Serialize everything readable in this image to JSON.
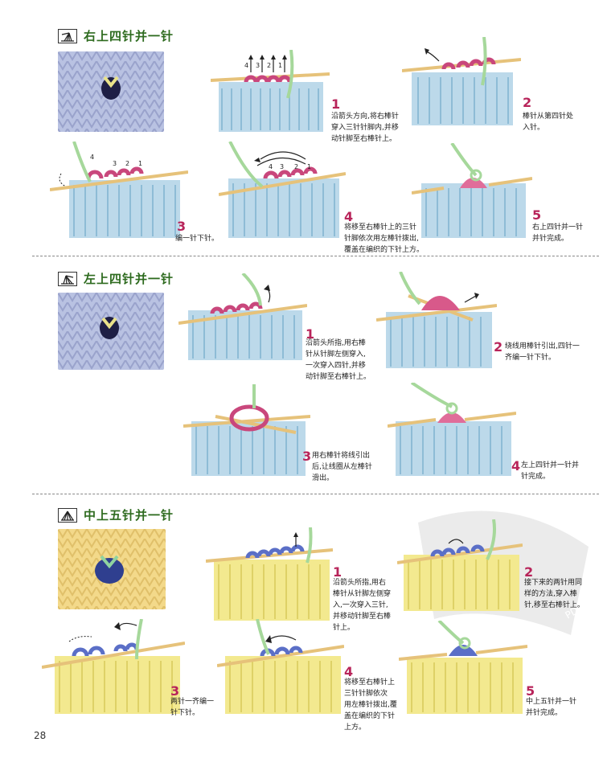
{
  "page_number": "28",
  "colors": {
    "title": "#2e6b1f",
    "step_number": "#b8245a",
    "knit_blue": "#bcd9ea",
    "knit_yellow": "#f3e98f",
    "stitch_pink": "#e06d9a",
    "stitch_blue": "#5b6fc7",
    "needle": "#f0d49a"
  },
  "sections": [
    {
      "title": "右上四针并一针",
      "symbol_icon": "right-over-four-together-symbol",
      "steps": [
        {
          "number": "1",
          "text_lines": [
            "沿箭头方向,将右棒针",
            "穿入三针针脚内,并移",
            "动针脚至右棒针上。"
          ],
          "labels": [
            "4",
            "3",
            "2",
            "1"
          ]
        },
        {
          "number": "2",
          "text_lines": [
            "棒针从第四针处",
            "入针。"
          ]
        },
        {
          "number": "3",
          "text_lines": [
            "编一针下针。"
          ],
          "labels": [
            "4",
            "3",
            "2",
            "1"
          ]
        },
        {
          "number": "4",
          "text_lines": [
            "将移至右棒针上的三针",
            "针脚依次用左棒针拨出,",
            "覆盖在编织的下针上方。"
          ],
          "labels": [
            "4",
            "3",
            "2",
            "1"
          ]
        },
        {
          "number": "5",
          "text_lines": [
            "右上四针并一针",
            "并针完成。"
          ]
        }
      ]
    },
    {
      "title": "左上四针并一针",
      "symbol_icon": "left-over-four-together-symbol",
      "steps": [
        {
          "number": "1",
          "text_lines": [
            "沿箭头所指,用右棒",
            "针从针脚左侧穿入,",
            "一次穿入四针,并移",
            "动针脚至右棒针上。"
          ]
        },
        {
          "number": "2",
          "text_lines": [
            "绕线用棒针引出,四针一",
            "齐编一针下针。"
          ]
        },
        {
          "number": "3",
          "text_lines": [
            "用右棒针将线引出",
            "后,让线圈从左棒针",
            "滑出。"
          ]
        },
        {
          "number": "4",
          "text_lines": [
            "左上四针并一针并",
            "针完成。"
          ]
        }
      ]
    },
    {
      "title": "中上五针并一针",
      "symbol_icon": "center-five-together-symbol",
      "steps": [
        {
          "number": "1",
          "text_lines": [
            "沿箭头所指,用右",
            "棒针从针脚左侧穿",
            "入,一次穿入三针,",
            "并移动针脚至右棒",
            "针上。"
          ]
        },
        {
          "number": "2",
          "text_lines": [
            "接下来的两针用同",
            "样的方法,穿入棒",
            "针,移至右棒针上。"
          ]
        },
        {
          "number": "3",
          "text_lines": [
            "两针一齐编一",
            "针下针。"
          ]
        },
        {
          "number": "4",
          "text_lines": [
            "将移至右棒针上",
            "三针针脚依次",
            "用左棒针拨出,覆",
            "盖在编织的下针",
            "上方。"
          ]
        },
        {
          "number": "5",
          "text_lines": [
            "中上五针并一针",
            "并针完成。"
          ]
        }
      ]
    }
  ]
}
